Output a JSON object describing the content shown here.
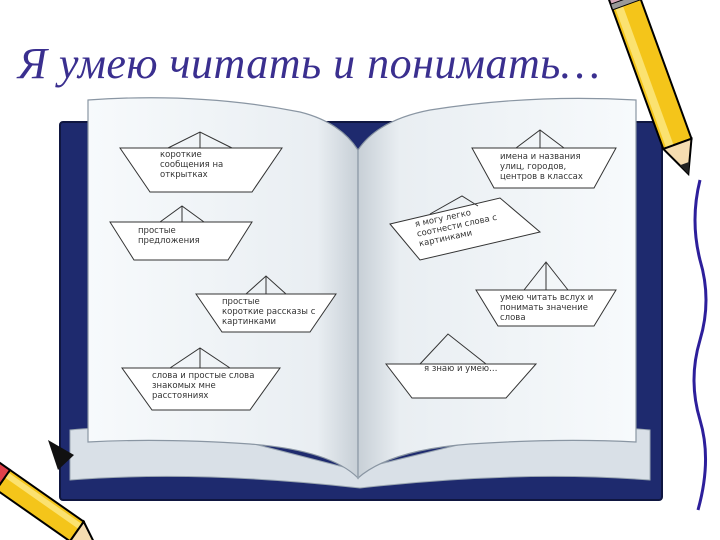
{
  "title": "Я умею читать и понимать…",
  "boats": [
    {
      "id": "b1",
      "lines": [
        "короткие",
        "сообщения на",
        "открытках"
      ]
    },
    {
      "id": "b2",
      "lines": [
        "простые",
        "предложения"
      ]
    },
    {
      "id": "b3",
      "lines": [
        "простые",
        "короткие рассказы с",
        "картинками"
      ]
    },
    {
      "id": "b4",
      "lines": [
        "слова и простые слова",
        "знакомых мне",
        "расстояниях"
      ]
    },
    {
      "id": "b5",
      "lines": [
        "имена и названия",
        "улиц, городов,",
        "центров в классах"
      ]
    },
    {
      "id": "b6",
      "lines": [
        "я могу легко",
        "соотнести слова с",
        "картинками"
      ]
    },
    {
      "id": "b7",
      "lines": [
        "умею читать вслух и",
        "понимать значение",
        "слова"
      ]
    },
    {
      "id": "b8",
      "lines": [
        "я знаю и умею…"
      ]
    }
  ],
  "colors": {
    "title": "#3a2f8f",
    "book_cover": "#1e2a6e",
    "page": "#eef2f5",
    "pencil": "#f4c51a"
  }
}
